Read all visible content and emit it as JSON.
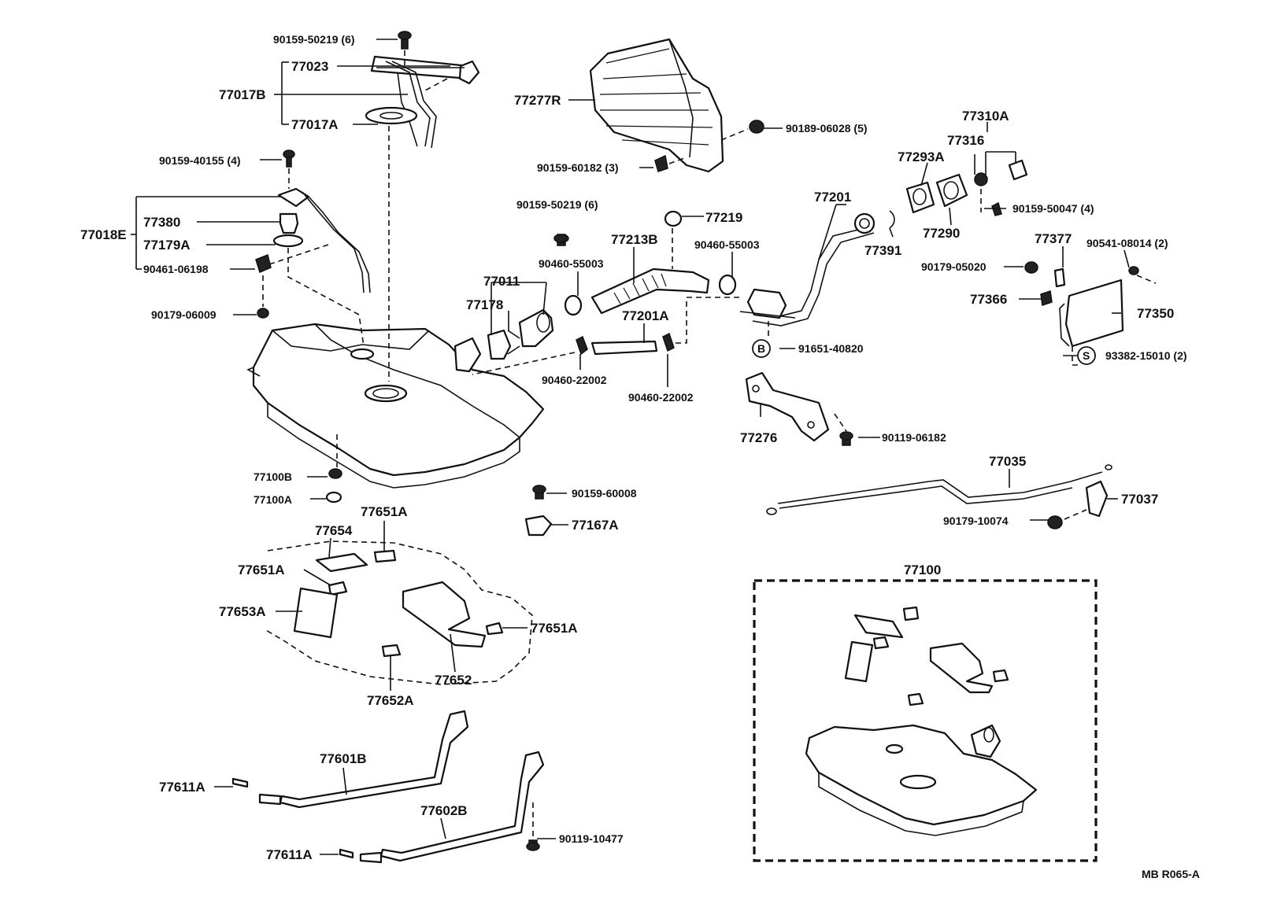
{
  "diagram": {
    "code": "MB  R065-A",
    "labels": {
      "l_90159_50219_top": "90159-50219 (6)",
      "l_77023": "77023",
      "l_77017B": "77017B",
      "l_77017A": "77017A",
      "l_90159_40155": "90159-40155 (4)",
      "l_77018E": "77018E",
      "l_77380": "77380",
      "l_77179A": "77179A",
      "l_90461_06198": "90461-06198",
      "l_90179_06009": "90179-06009",
      "l_77277R": "77277R",
      "l_90189_06028": "90189-06028 (5)",
      "l_90159_60182": "90159-60182 (3)",
      "l_77310A": "77310A",
      "l_77316": "77316",
      "l_77293A": "77293A",
      "l_77201": "77201",
      "l_90159_50047": "90159-50047 (4)",
      "l_77219": "77219",
      "l_90159_50219_mid": "90159-50219 (6)",
      "l_77213B": "77213B",
      "l_90460_55003_a": "90460-55003",
      "l_90460_55003_b": "90460-55003",
      "l_77391": "77391",
      "l_77290": "77290",
      "l_77377": "77377",
      "l_90541_08014": "90541-08014 (2)",
      "l_90179_05020": "90179-05020",
      "l_77011": "77011",
      "l_77178": "77178",
      "l_77366": "77366",
      "l_77350": "77350",
      "l_77201A": "77201A",
      "l_91651_40820": "91651-40820",
      "l_B": "B",
      "l_93382_15010": "93382-15010 (2)",
      "l_S": "S",
      "l_90460_22002_a": "90460-22002",
      "l_90460_22002_b": "90460-22002",
      "l_77276": "77276",
      "l_90119_06182": "90119-06182",
      "l_77035": "77035",
      "l_77100B": "77100B",
      "l_77100A": "77100A",
      "l_90159_60008": "90159-60008",
      "l_77037": "77037",
      "l_77651A_top": "77651A",
      "l_77654": "77654",
      "l_77167A": "77167A",
      "l_90179_10074": "90179-10074",
      "l_77651A_left": "77651A",
      "l_77100": "77100",
      "l_77653A": "77653A",
      "l_77651A_right": "77651A",
      "l_77652": "77652",
      "l_77652A": "77652A",
      "l_77601B": "77601B",
      "l_77611A_a": "77611A",
      "l_77602B": "77602B",
      "l_90119_10477": "90119-10477",
      "l_77611A_b": "77611A"
    }
  }
}
